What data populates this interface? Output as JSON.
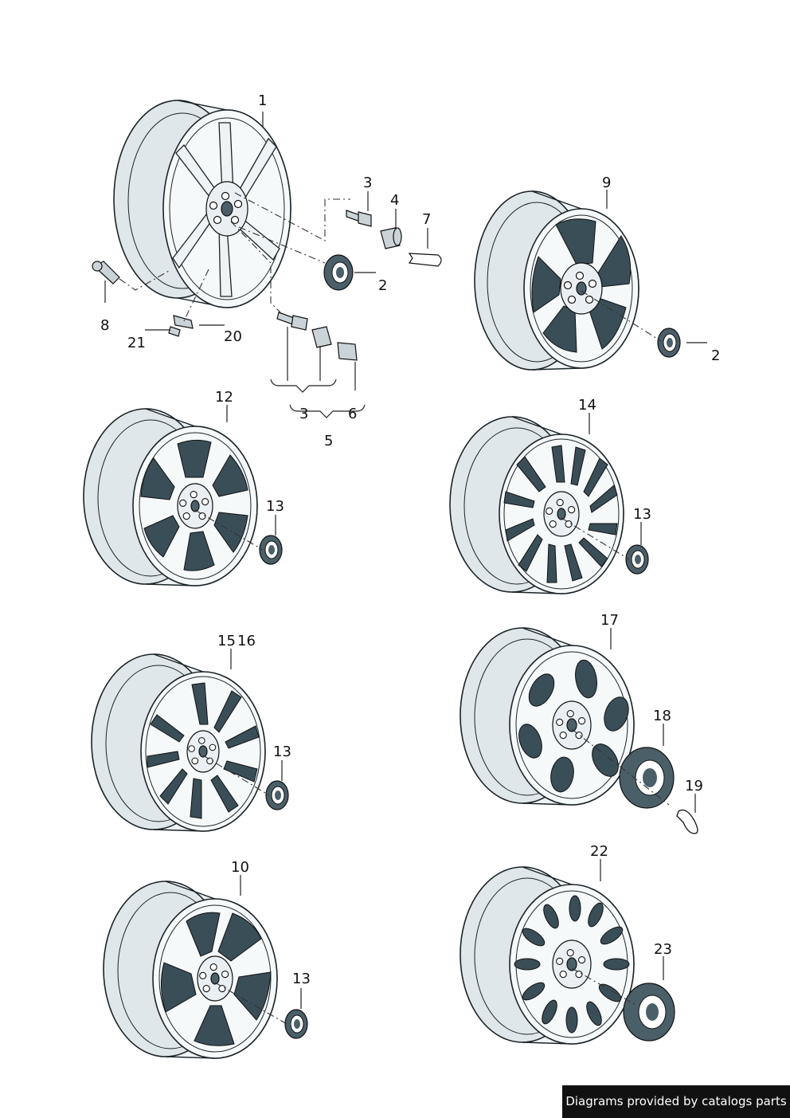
{
  "callouts": [
    {
      "id": "1",
      "text": "1"
    },
    {
      "id": "2a",
      "text": "2"
    },
    {
      "id": "3a",
      "text": "3"
    },
    {
      "id": "4",
      "text": "4"
    },
    {
      "id": "7",
      "text": "7"
    },
    {
      "id": "8",
      "text": "8"
    },
    {
      "id": "21",
      "text": "21"
    },
    {
      "id": "20",
      "text": "20"
    },
    {
      "id": "3b",
      "text": "3"
    },
    {
      "id": "6",
      "text": "6"
    },
    {
      "id": "5",
      "text": "5"
    },
    {
      "id": "9",
      "text": "9"
    },
    {
      "id": "2b",
      "text": "2"
    },
    {
      "id": "12",
      "text": "12"
    },
    {
      "id": "13a",
      "text": "13"
    },
    {
      "id": "14",
      "text": "14"
    },
    {
      "id": "13b",
      "text": "13"
    },
    {
      "id": "15",
      "text": "15"
    },
    {
      "id": "16",
      "text": "16"
    },
    {
      "id": "13c",
      "text": "13"
    },
    {
      "id": "17",
      "text": "17"
    },
    {
      "id": "18",
      "text": "18"
    },
    {
      "id": "19",
      "text": "19"
    },
    {
      "id": "10",
      "text": "10"
    },
    {
      "id": "13d",
      "text": "13"
    },
    {
      "id": "22",
      "text": "22"
    },
    {
      "id": "23",
      "text": "23"
    }
  ],
  "footer": {
    "text": "Diagrams provided by catalogs parts"
  },
  "colors": {
    "line": "#1c2428",
    "tire": "#dfe7ea",
    "face": "#f6f9fa",
    "cap": "#4b5f69",
    "footer_bg": "#111111"
  }
}
